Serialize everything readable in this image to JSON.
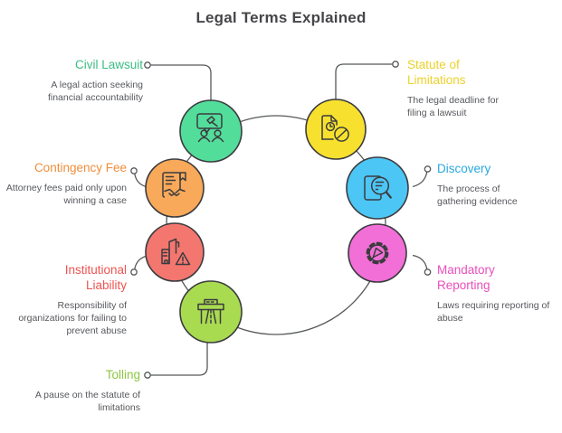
{
  "title": "Legal Terms Explained",
  "style": {
    "title_color": "#46464a",
    "line_color": "#55585b",
    "icon_stroke": "#3b3b3f",
    "desc_color": "#56585c"
  },
  "terms": [
    {
      "id": "civil-lawsuit",
      "label": "Civil Lawsuit",
      "description": "A legal action seeking financial accountability",
      "color": "#3bbc85",
      "icon_fill": "#53dd9b",
      "icon": "gavel-speech-bubble-people-icon"
    },
    {
      "id": "statute-of-limitations",
      "label": "Statute of Limitations",
      "description": "The legal deadline for filing a lawsuit",
      "color": "#ecd12b",
      "icon_fill": "#f7e12e",
      "icon": "document-clock-prohibited-icon"
    },
    {
      "id": "contingency-fee",
      "label": "Contingency Fee",
      "description": "Attorney fees paid only upon winning a case",
      "color": "#ef8e3b",
      "icon_fill": "#f8a959",
      "icon": "contract-handshake-icon"
    },
    {
      "id": "discovery",
      "label": "Discovery",
      "description": "The process of gathering evidence",
      "color": "#2aa9e0",
      "icon_fill": "#4cc6f4",
      "icon": "document-magnifier-icon"
    },
    {
      "id": "institutional-liability",
      "label": "Institutional Liability",
      "description": "Responsibility of organizations for failing to prevent abuse",
      "color": "#ee5451",
      "icon_fill": "#f4776f",
      "icon": "building-warning-icon"
    },
    {
      "id": "mandatory-reporting",
      "label": "Mandatory Reporting",
      "description": "Laws requiring reporting of abuse",
      "color": "#e94fbb",
      "icon_fill": "#f26fd7",
      "icon": "gear-alert-icon"
    },
    {
      "id": "tolling",
      "label": "Tolling",
      "description": "A pause on the statute of limitations",
      "color": "#8dc63f",
      "icon_fill": "#a9db51",
      "icon": "toll-road-icon"
    }
  ]
}
